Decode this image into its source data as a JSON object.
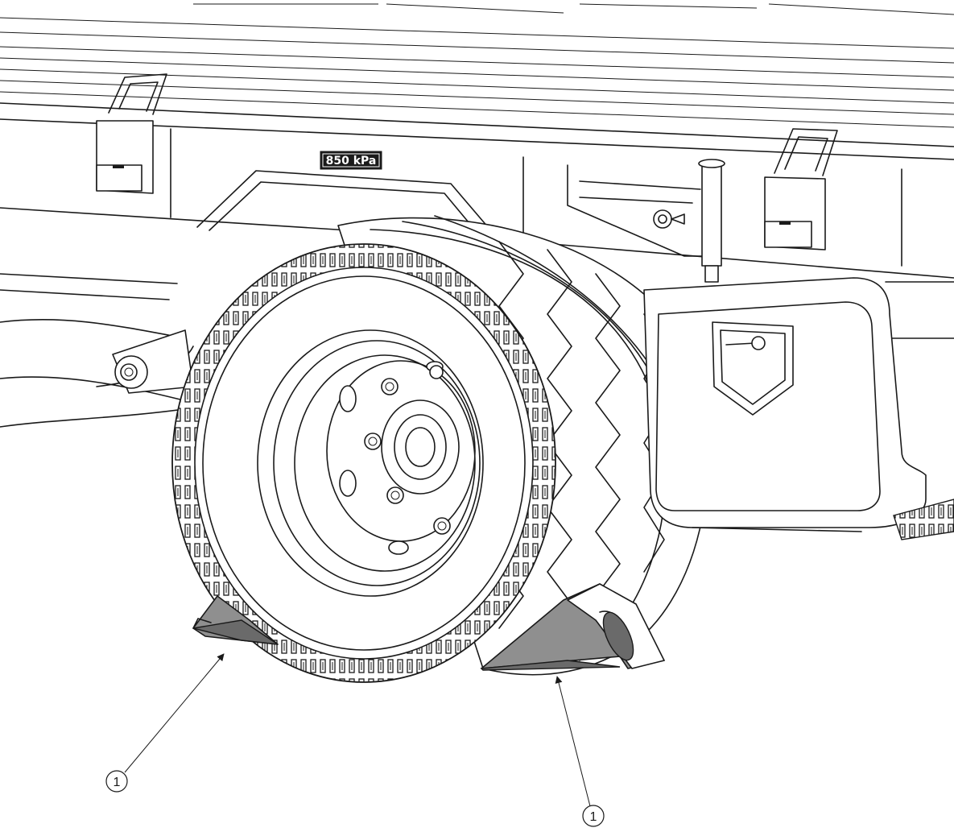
{
  "pressure_plate": {
    "text": "850 kPa"
  },
  "callouts": [
    {
      "id": "1"
    },
    {
      "id": "1"
    }
  ]
}
